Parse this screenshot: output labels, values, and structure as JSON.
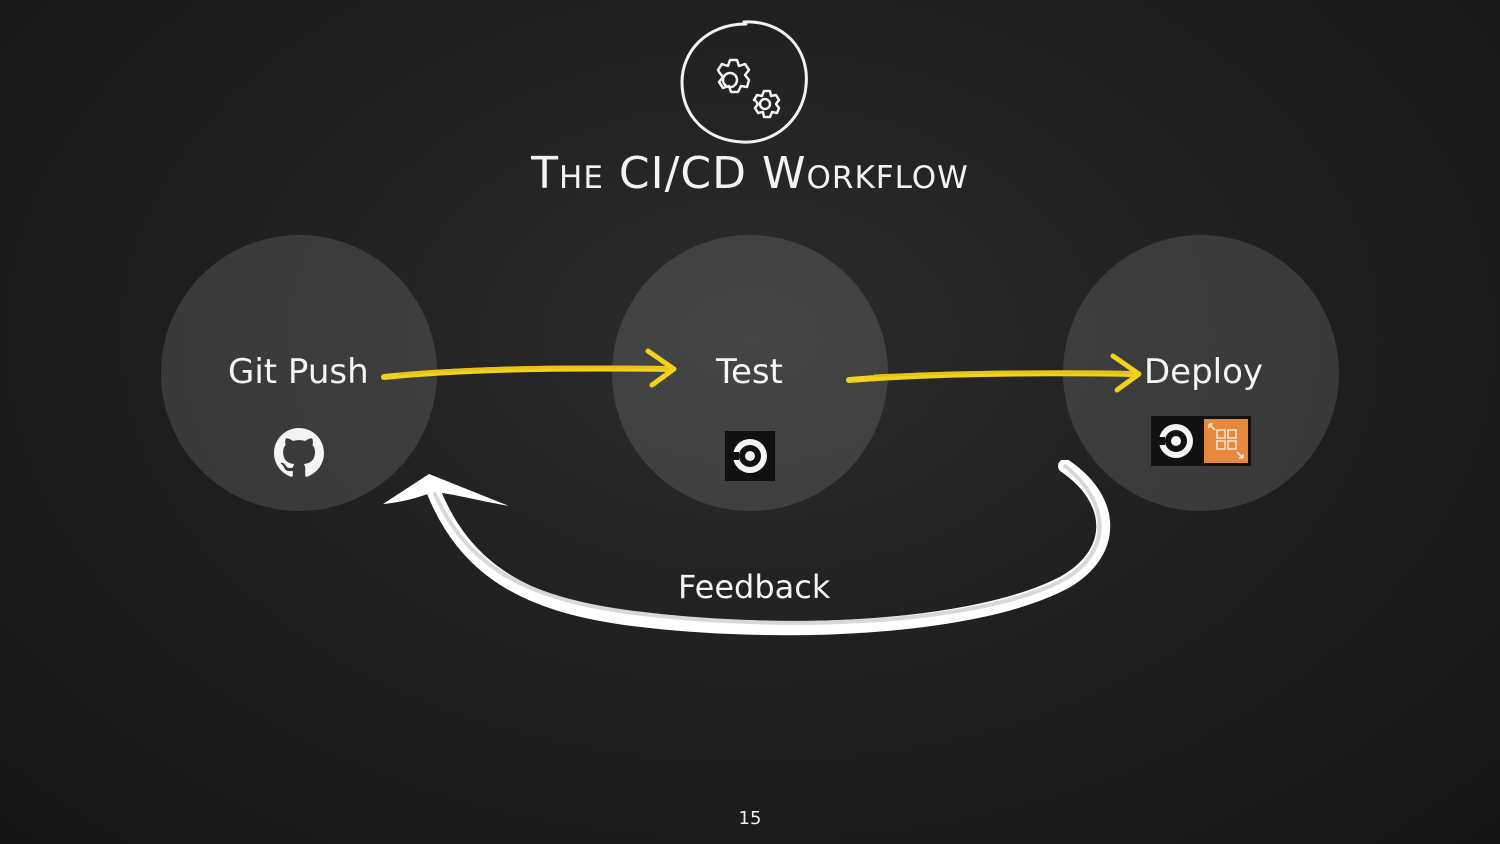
{
  "slide": {
    "title": "The CI/CD Workflow",
    "page_number": "15"
  },
  "steps": [
    {
      "label": "Git Push",
      "icon": "github-icon"
    },
    {
      "label": "Test",
      "icon": "circleci-icon"
    },
    {
      "label": "Deploy",
      "icons": [
        "circleci-icon",
        "aws-codedeploy-icon"
      ]
    }
  ],
  "feedback": {
    "label": "Feedback"
  },
  "colors": {
    "background": "#1e1e1e",
    "circle_fill": "#3a3a3a",
    "arrow_yellow": "#f3d21c",
    "chalk_white": "#ffffff",
    "aws_orange": "#e7893c"
  }
}
